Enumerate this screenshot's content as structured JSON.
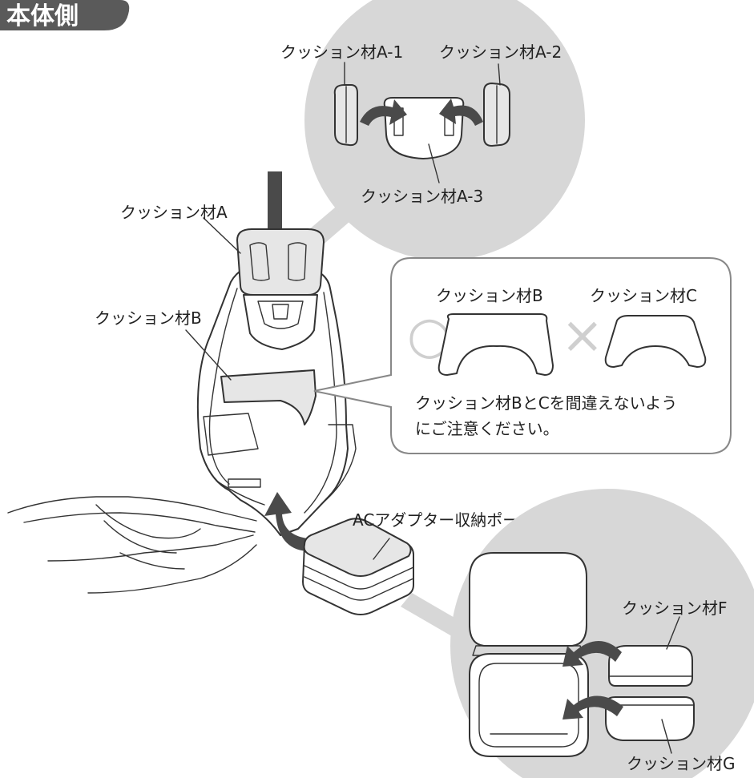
{
  "header": {
    "title": "本体側",
    "color": "#5a5a5a"
  },
  "labels": {
    "a1": "クッション材A-1",
    "a2": "クッション材A-2",
    "a3": "クッション材A-3",
    "a": "クッション材A",
    "b": "クッション材B",
    "callout_b": "クッション材B",
    "callout_c": "クッション材C",
    "note_line1": "クッション材BとCを間違えないよう",
    "note_line2": "にご注意ください。",
    "pouch": "ACアダプター収納ポーチ",
    "f": "クッション材F",
    "g": "クッション材G"
  },
  "marks": {
    "correct": "○",
    "incorrect": "×"
  },
  "colors": {
    "bubble": "#d7d7d7",
    "arrow": "#4a4a4a",
    "callout_border": "#888888",
    "mark": "#cfcfcf"
  }
}
